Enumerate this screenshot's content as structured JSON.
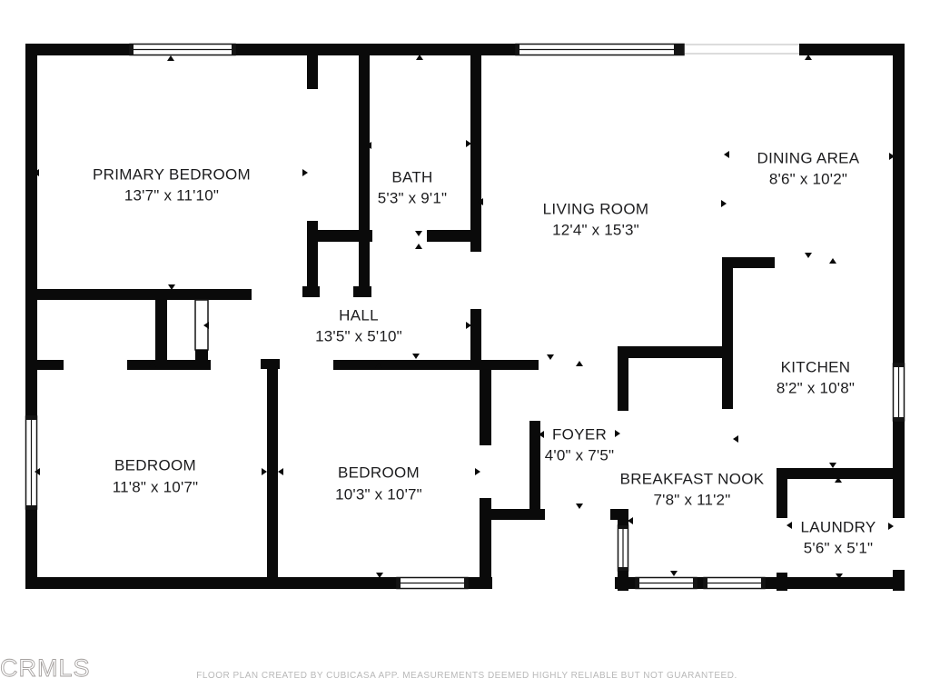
{
  "colors": {
    "wall": "#0a0a0a",
    "label": "#1c1c1e",
    "window_line": "#141414",
    "faint_wall": "#dcdcdc",
    "muted_text": "#b8b8b8",
    "watermark_gray": "#a5a19f",
    "background": "#ffffff"
  },
  "rooms": [
    {
      "id": "primary-bedroom",
      "name": "PRIMARY BEDROOM",
      "dims": "13'7\" x 11'10\""
    },
    {
      "id": "bath",
      "name": "BATH",
      "dims": "5'3\" x 9'1\""
    },
    {
      "id": "living-room",
      "name": "LIVING ROOM",
      "dims": "12'4\" x 15'3\""
    },
    {
      "id": "dining-area",
      "name": "DINING AREA",
      "dims": "8'6\" x 10'2\""
    },
    {
      "id": "hall",
      "name": "HALL",
      "dims": "13'5\" x 5'10\""
    },
    {
      "id": "kitchen",
      "name": "KITCHEN",
      "dims": "8'2\" x 10'8\""
    },
    {
      "id": "foyer",
      "name": "FOYER",
      "dims": "4'0\" x 7'5\""
    },
    {
      "id": "bedroom-left",
      "name": "BEDROOM",
      "dims": "11'8\" x 10'7\""
    },
    {
      "id": "bedroom-middle",
      "name": "BEDROOM",
      "dims": "10'3\" x 10'7\""
    },
    {
      "id": "breakfast-nook",
      "name": "BREAKFAST NOOK",
      "dims": "7'8\" x 11'2\""
    },
    {
      "id": "laundry",
      "name": "LAUNDRY",
      "dims": "5'6\" x 5'1\""
    }
  ],
  "watermark": "CRMLS",
  "disclaimer": "FLOOR PLAN CREATED BY CUBICASA APP. MEASUREMENTS DEEMED HIGHLY RELIABLE BUT NOT GUARANTEED."
}
